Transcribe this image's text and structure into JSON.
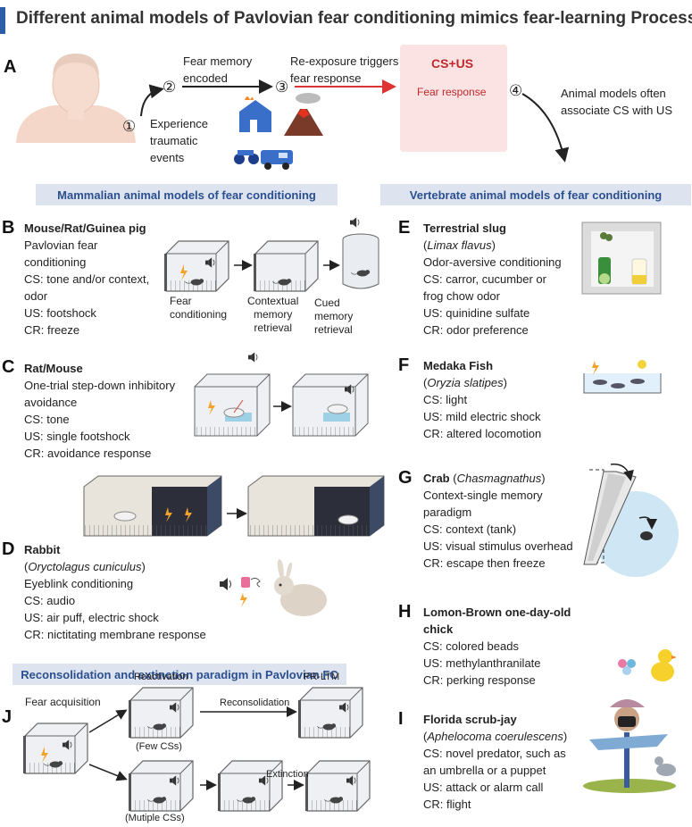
{
  "title": "Different animal models of Pavlovian fear conditioning mimics fear-learning Process",
  "panelA": {
    "letter": "A",
    "steps": [
      "①",
      "②",
      "③",
      "④"
    ],
    "experience": [
      "Experience",
      "traumatic",
      "events"
    ],
    "memory": [
      "Fear memory",
      "encoded"
    ],
    "reexposure": [
      "Re-exposure triggers",
      "fear response"
    ],
    "csus": "CS+US",
    "fear_response": "Fear response",
    "associate": [
      "Animal models often",
      "associate CS with US"
    ]
  },
  "bands": {
    "mammalian": "Mammalian animal models of fear conditioning",
    "vertebrate": "Vertebrate animal models of fear conditioning",
    "reconsolidation": "Reconsolidation and extinction paradigm in Pavlovian FC"
  },
  "panelB": {
    "letter": "B",
    "title": "Mouse/Rat/Guinea pig",
    "lines": [
      "Pavlovian fear",
      "conditioning",
      "CS: tone and/or context,",
      "odor",
      "US: footshock",
      "CR: freeze"
    ],
    "captions": [
      [
        "Fear",
        "conditioning"
      ],
      [
        "Contextual",
        "memory",
        "retrieval"
      ],
      [
        "Cued",
        "memory",
        "retrieval"
      ]
    ]
  },
  "panelC": {
    "letter": "C",
    "title": "Rat/Mouse",
    "lines": [
      "One-trial step-down inhibitory",
      "avoidance",
      "CS: tone",
      "US: single footshock",
      "CR: avoidance response"
    ]
  },
  "panelD": {
    "letter": "D",
    "title": "Rabbit",
    "species": "Oryctolagus cuniculus",
    "lines": [
      "Eyeblink conditioning",
      "CS: audio",
      "US: air puff, electric shock",
      "CR: nictitating membrane response"
    ]
  },
  "panelE": {
    "letter": "E",
    "title": "Terrestrial slug",
    "species": "Limax flavus",
    "lines": [
      "Odor-aversive conditioning",
      "CS: carror, cucumber or",
      "frog chow odor",
      "US: quinidine sulfate",
      "CR: odor preference"
    ]
  },
  "panelF": {
    "letter": "F",
    "title": "Medaka Fish",
    "species": "Oryzia slatipes",
    "lines": [
      "CS: light",
      "US: mild electric shock",
      "CR: altered locomotion"
    ]
  },
  "panelG": {
    "letter": "G",
    "title": "Crab",
    "species": "Chasmagnathus",
    "lines": [
      "Context-single memory",
      "paradigm",
      "CS: context (tank)",
      "US: visual stimulus overhead",
      "CR: escape then freeze"
    ]
  },
  "panelH": {
    "letter": "H",
    "title": [
      "Lomon-Brown one-day-old",
      "chick"
    ],
    "lines": [
      "CS: colored beads",
      "US: methylanthranilate",
      "CR: perking response"
    ]
  },
  "panelI": {
    "letter": "I",
    "title": "Florida scrub-jay",
    "species": "Aphelocoma coerulescens",
    "lines": [
      "CS: novel predator, such as",
      "an umbrella or a puppet",
      "US: attack or alarm call",
      "CR: flight"
    ]
  },
  "panelJ": {
    "letter": "J",
    "fear_acquisition": "Fear acquisition",
    "reactivation": "Reactivation",
    "reconsolidation": "Reconsolidation",
    "prltm": "PR-LTM",
    "few_cs": "(Few CSs)",
    "extinction": "Extinction",
    "multiple_cs": "(Mutiple CSs)"
  },
  "colors": {
    "accent": "#2b5ea7",
    "band_bg": "#dde4f0",
    "band_text": "#2b4f8f",
    "cs_us_bg": "#fbe3e3",
    "cs_us_text": "#c0282c"
  }
}
